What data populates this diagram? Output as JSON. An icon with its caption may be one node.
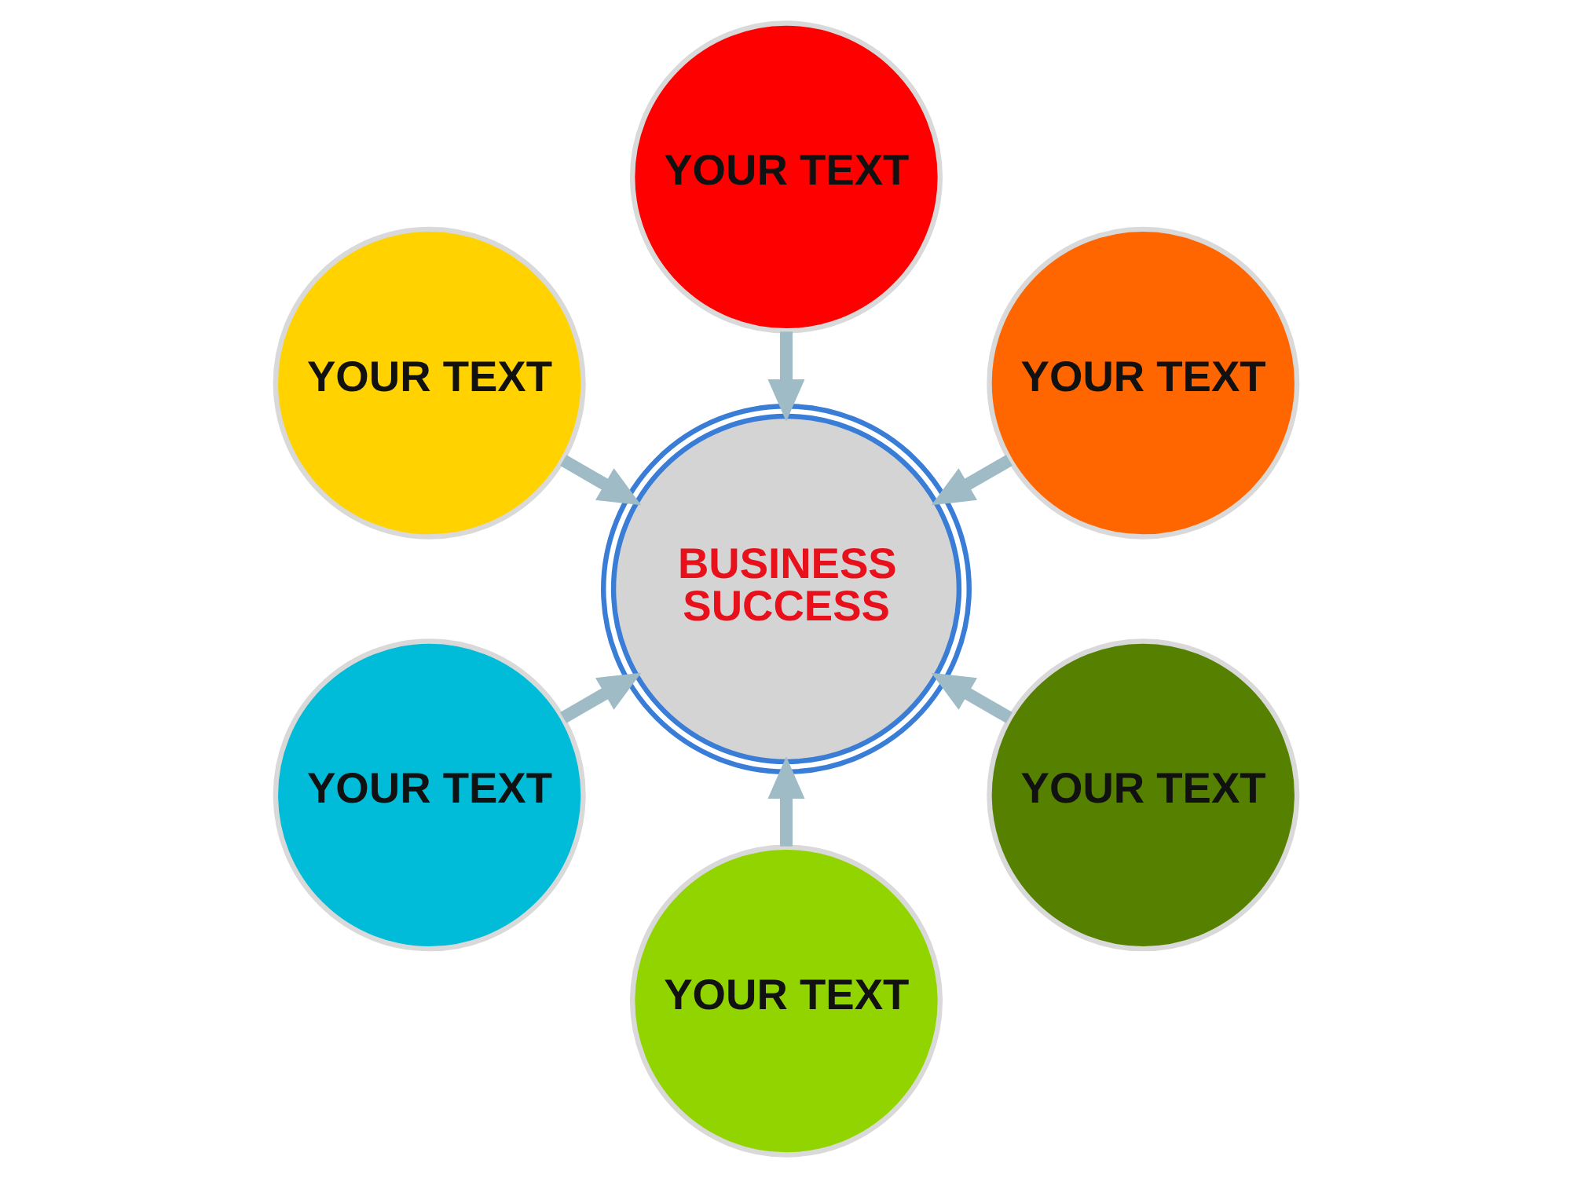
{
  "diagram": {
    "nodes": [
      {
        "text": [
          "YOUR TEXT"
        ]
      },
      {
        "text": [
          "YOUR TEXT"
        ]
      },
      {
        "text": [
          "YOUR TEXT"
        ]
      },
      {
        "text": [
          "BUSINESS SUCCESS"
        ]
      },
      {
        "text": [
          "YOUR TEXT"
        ]
      },
      {
        "text": [
          "YOUR TEXT"
        ]
      },
      {
        "text": [
          "YOUR TEXT"
        ]
      }
    ],
    "edges": [
      {
        "from": 0,
        "to": 3,
        "arrow": "to"
      },
      {
        "from": 1,
        "to": 3,
        "arrow": "to"
      },
      {
        "from": 2,
        "to": 3,
        "arrow": "to"
      },
      {
        "from": 4,
        "to": 3,
        "arrow": "to"
      },
      {
        "from": 5,
        "to": 3,
        "arrow": "to"
      },
      {
        "from": 6,
        "to": 3,
        "arrow": "to"
      }
    ]
  }
}
